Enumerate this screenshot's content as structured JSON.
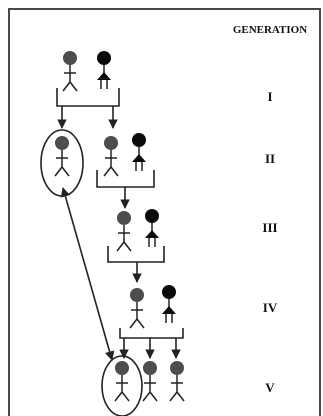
{
  "header": {
    "title": "GENERATION"
  },
  "generations": [
    {
      "label": "I"
    },
    {
      "label": "II"
    },
    {
      "label": "III"
    },
    {
      "label": "IV"
    },
    {
      "label": "V"
    }
  ],
  "colors": {
    "male_head": "#4d4d4d",
    "female_head": "#0b0b0b",
    "lines": "#222222",
    "frame": "#4a4a4a"
  },
  "figures": {
    "male_icon": "stick-figure-male-icon",
    "female_icon": "stick-figure-female-icon"
  }
}
